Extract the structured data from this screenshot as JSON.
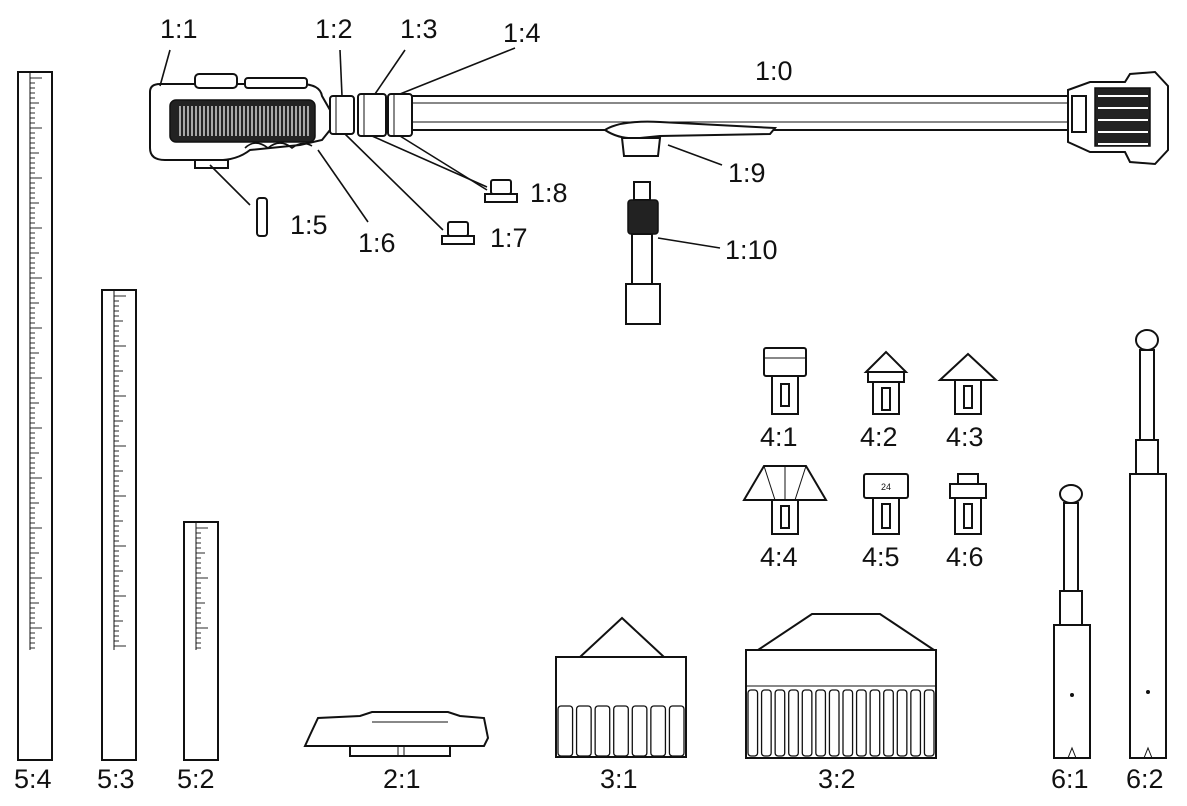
{
  "labels": {
    "l1_0": "1:0",
    "l1_1": "1:1",
    "l1_2": "1:2",
    "l1_3": "1:3",
    "l1_4": "1:4",
    "l1_5": "1:5",
    "l1_6": "1:6",
    "l1_7": "1:7",
    "l1_8": "1:8",
    "l1_9": "1:9",
    "l1_10": "1:10",
    "l2_1": "2:1",
    "l3_1": "3:1",
    "l3_2": "3:2",
    "l4_1": "4:1",
    "l4_2": "4:2",
    "l4_3": "4:3",
    "l4_4": "4:4",
    "l4_5": "4:5",
    "l4_6": "4:6",
    "l5_2": "5:2",
    "l5_3": "5:3",
    "l5_4": "5:4",
    "l6_1": "6:1",
    "l6_2": "6:2"
  },
  "adapter_4_5_text": "24"
}
